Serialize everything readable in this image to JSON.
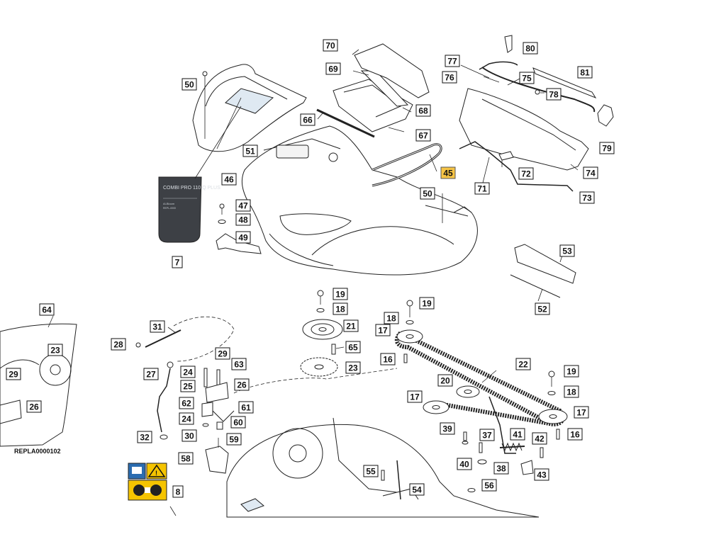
{
  "colors": {
    "highlight": "#f6c445",
    "decal": "#3d4045",
    "warning_yellow": "#f5c400",
    "info_blue": "#2b6cb0",
    "line": "#222222"
  },
  "decal": {
    "title": "COMBI PRO 110 Q PLUS",
    "line1": "Al-Bloom",
    "line2": "REPL-0000"
  },
  "reference": "REPLA0000102",
  "callouts": [
    {
      "id": "c70",
      "label": "70"
    },
    {
      "id": "c80",
      "label": "80"
    },
    {
      "id": "c77",
      "label": "77"
    },
    {
      "id": "c69",
      "label": "69"
    },
    {
      "id": "c81",
      "label": "81"
    },
    {
      "id": "c76",
      "label": "76"
    },
    {
      "id": "c75",
      "label": "75"
    },
    {
      "id": "c50a",
      "label": "50"
    },
    {
      "id": "c78",
      "label": "78"
    },
    {
      "id": "c68",
      "label": "68"
    },
    {
      "id": "c66",
      "label": "66"
    },
    {
      "id": "c67",
      "label": "67"
    },
    {
      "id": "c51",
      "label": "51"
    },
    {
      "id": "c79",
      "label": "79"
    },
    {
      "id": "c46",
      "label": "46"
    },
    {
      "id": "c45",
      "label": "45",
      "highlight": true
    },
    {
      "id": "c72",
      "label": "72"
    },
    {
      "id": "c74",
      "label": "74"
    },
    {
      "id": "c71",
      "label": "71"
    },
    {
      "id": "c50b",
      "label": "50"
    },
    {
      "id": "c73",
      "label": "73"
    },
    {
      "id": "c47",
      "label": "47"
    },
    {
      "id": "c48",
      "label": "48"
    },
    {
      "id": "c49",
      "label": "49"
    },
    {
      "id": "c7",
      "label": "7"
    },
    {
      "id": "c53",
      "label": "53"
    },
    {
      "id": "c52",
      "label": "52"
    },
    {
      "id": "c19a",
      "label": "19"
    },
    {
      "id": "c18a",
      "label": "18"
    },
    {
      "id": "c64",
      "label": "64"
    },
    {
      "id": "c19b",
      "label": "19"
    },
    {
      "id": "c18b",
      "label": "18"
    },
    {
      "id": "c21",
      "label": "21"
    },
    {
      "id": "c17a",
      "label": "17"
    },
    {
      "id": "c31",
      "label": "31"
    },
    {
      "id": "c28",
      "label": "28"
    },
    {
      "id": "c65",
      "label": "65"
    },
    {
      "id": "c23a",
      "label": "23"
    },
    {
      "id": "c29a",
      "label": "29"
    },
    {
      "id": "c16a",
      "label": "16"
    },
    {
      "id": "c22",
      "label": "22"
    },
    {
      "id": "c27",
      "label": "27"
    },
    {
      "id": "c63",
      "label": "63"
    },
    {
      "id": "c23b",
      "label": "23"
    },
    {
      "id": "c24a",
      "label": "24"
    },
    {
      "id": "c29b",
      "label": "29"
    },
    {
      "id": "c19c",
      "label": "19"
    },
    {
      "id": "c25",
      "label": "25"
    },
    {
      "id": "c26a",
      "label": "26"
    },
    {
      "id": "c20",
      "label": "20"
    },
    {
      "id": "c18c",
      "label": "18"
    },
    {
      "id": "c26b",
      "label": "26"
    },
    {
      "id": "c62",
      "label": "62"
    },
    {
      "id": "c61",
      "label": "61"
    },
    {
      "id": "c17b",
      "label": "17"
    },
    {
      "id": "c17c",
      "label": "17"
    },
    {
      "id": "c24b",
      "label": "24"
    },
    {
      "id": "c60",
      "label": "60"
    },
    {
      "id": "c39",
      "label": "39"
    },
    {
      "id": "c32",
      "label": "32"
    },
    {
      "id": "c30",
      "label": "30"
    },
    {
      "id": "c37",
      "label": "37"
    },
    {
      "id": "c41",
      "label": "41"
    },
    {
      "id": "c42",
      "label": "42"
    },
    {
      "id": "c16b",
      "label": "16"
    },
    {
      "id": "c59",
      "label": "59"
    },
    {
      "id": "c58",
      "label": "58"
    },
    {
      "id": "c40",
      "label": "40"
    },
    {
      "id": "c38",
      "label": "38"
    },
    {
      "id": "c43",
      "label": "43"
    },
    {
      "id": "c55",
      "label": "55"
    },
    {
      "id": "c56",
      "label": "56"
    },
    {
      "id": "c54",
      "label": "54"
    },
    {
      "id": "c8",
      "label": "8"
    }
  ]
}
